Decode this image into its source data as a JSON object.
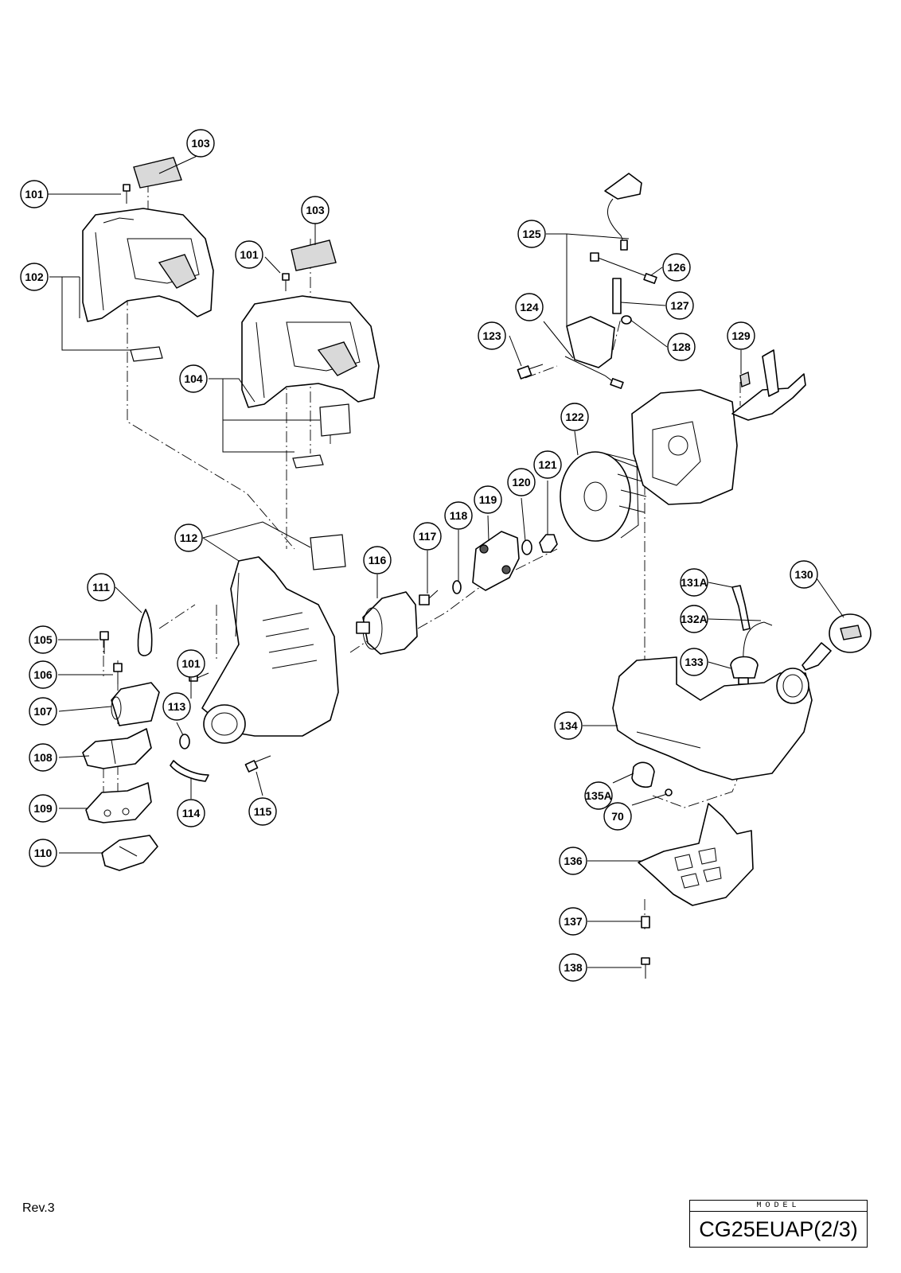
{
  "footer": {
    "revision": "Rev.3",
    "model_caption": "MODEL",
    "model_name": "CG25EUAP(2/3)"
  },
  "callouts": [
    {
      "id": "c101a",
      "label": "101"
    },
    {
      "id": "c103a",
      "label": "103"
    },
    {
      "id": "c102",
      "label": "102"
    },
    {
      "id": "c101b",
      "label": "101"
    },
    {
      "id": "c103b",
      "label": "103"
    },
    {
      "id": "c104",
      "label": "104"
    },
    {
      "id": "c112",
      "label": "112"
    },
    {
      "id": "c111",
      "label": "111"
    },
    {
      "id": "c105",
      "label": "105"
    },
    {
      "id": "c106",
      "label": "106"
    },
    {
      "id": "c107",
      "label": "107"
    },
    {
      "id": "c108",
      "label": "108"
    },
    {
      "id": "c109",
      "label": "109"
    },
    {
      "id": "c110",
      "label": "110"
    },
    {
      "id": "c101c",
      "label": "101"
    },
    {
      "id": "c113",
      "label": "113"
    },
    {
      "id": "c114",
      "label": "114"
    },
    {
      "id": "c115",
      "label": "115"
    },
    {
      "id": "c116",
      "label": "116"
    },
    {
      "id": "c117",
      "label": "117"
    },
    {
      "id": "c118",
      "label": "118"
    },
    {
      "id": "c119",
      "label": "119"
    },
    {
      "id": "c120",
      "label": "120"
    },
    {
      "id": "c121",
      "label": "121"
    },
    {
      "id": "c122",
      "label": "122"
    },
    {
      "id": "c123",
      "label": "123"
    },
    {
      "id": "c124",
      "label": "124"
    },
    {
      "id": "c125",
      "label": "125"
    },
    {
      "id": "c126",
      "label": "126"
    },
    {
      "id": "c127",
      "label": "127"
    },
    {
      "id": "c128",
      "label": "128"
    },
    {
      "id": "c129",
      "label": "129"
    },
    {
      "id": "c130",
      "label": "130"
    },
    {
      "id": "c131A",
      "label": "131A"
    },
    {
      "id": "c132A",
      "label": "132A"
    },
    {
      "id": "c133",
      "label": "133"
    },
    {
      "id": "c134",
      "label": "134"
    },
    {
      "id": "c135A",
      "label": "135A"
    },
    {
      "id": "c70",
      "label": "70"
    },
    {
      "id": "c136",
      "label": "136"
    },
    {
      "id": "c137",
      "label": "137"
    },
    {
      "id": "c138",
      "label": "138"
    }
  ]
}
